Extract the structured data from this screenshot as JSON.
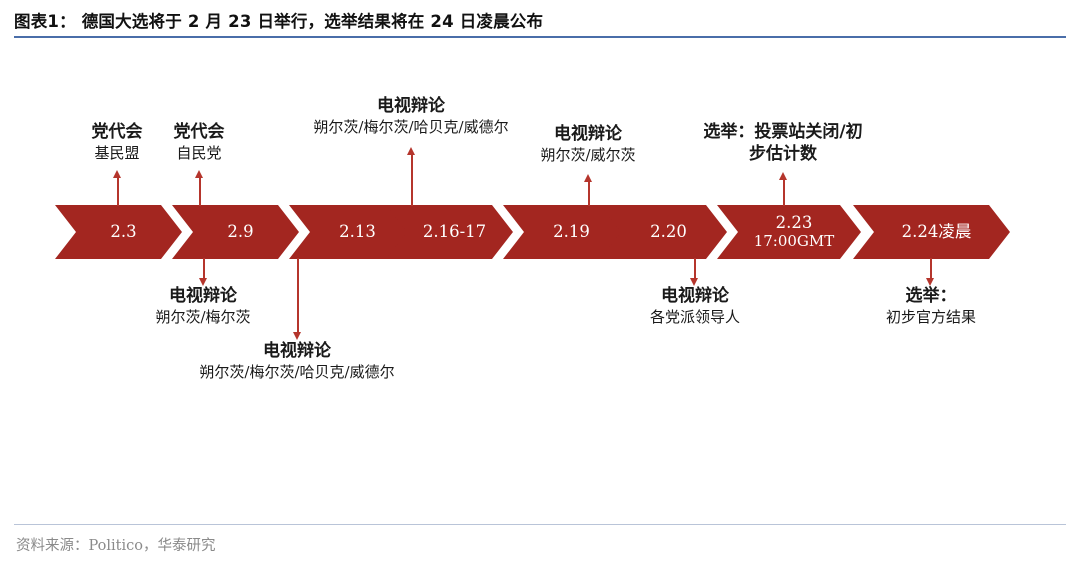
{
  "header": {
    "title": "图表1： 德国大选将于 2 月 23 日举行，选举结果将在 24 日凌晨公布",
    "rule_color": "#4a6ea9"
  },
  "theme": {
    "chevron_fill": "#a32620",
    "chevron_text": "#ffffff",
    "connector_color": "#b5352c",
    "note_text": "#1a1a1a",
    "footer_text": "#8a8a8a"
  },
  "timeline": {
    "steps": [
      {
        "date": "2.3",
        "time": ""
      },
      {
        "date": "2.9",
        "time": ""
      },
      {
        "date": "2.13",
        "time": ""
      },
      {
        "date": "2.16-17",
        "time": ""
      },
      {
        "date": "2.19",
        "time": ""
      },
      {
        "date": "2.20",
        "time": ""
      },
      {
        "date": "2.23",
        "time": "17:00GMT"
      },
      {
        "date": "2.24凌晨",
        "time": ""
      }
    ]
  },
  "annotations": {
    "above": [
      {
        "title": "党代会",
        "sub": "基民盟"
      },
      {
        "title": "党代会",
        "sub": "自民党"
      },
      {
        "title": "电视辩论",
        "sub": "朔尔茨/梅尔茨/哈贝克/威德尔"
      },
      {
        "title": "电视辩论",
        "sub": "朔尔茨/威尔茨"
      },
      {
        "title": "选举：投票站关闭/初",
        "sub": "步估计数"
      }
    ],
    "below": [
      {
        "title": "电视辩论",
        "sub": "朔尔茨/梅尔茨"
      },
      {
        "title": "电视辩论",
        "sub": "朔尔茨/梅尔茨/哈贝克/威德尔"
      },
      {
        "title": "电视辩论",
        "sub": "各党派领导人"
      },
      {
        "title": "选举：",
        "sub": "初步官方结果"
      }
    ]
  },
  "footer": {
    "source": "资料来源：Politico，华泰研究"
  }
}
